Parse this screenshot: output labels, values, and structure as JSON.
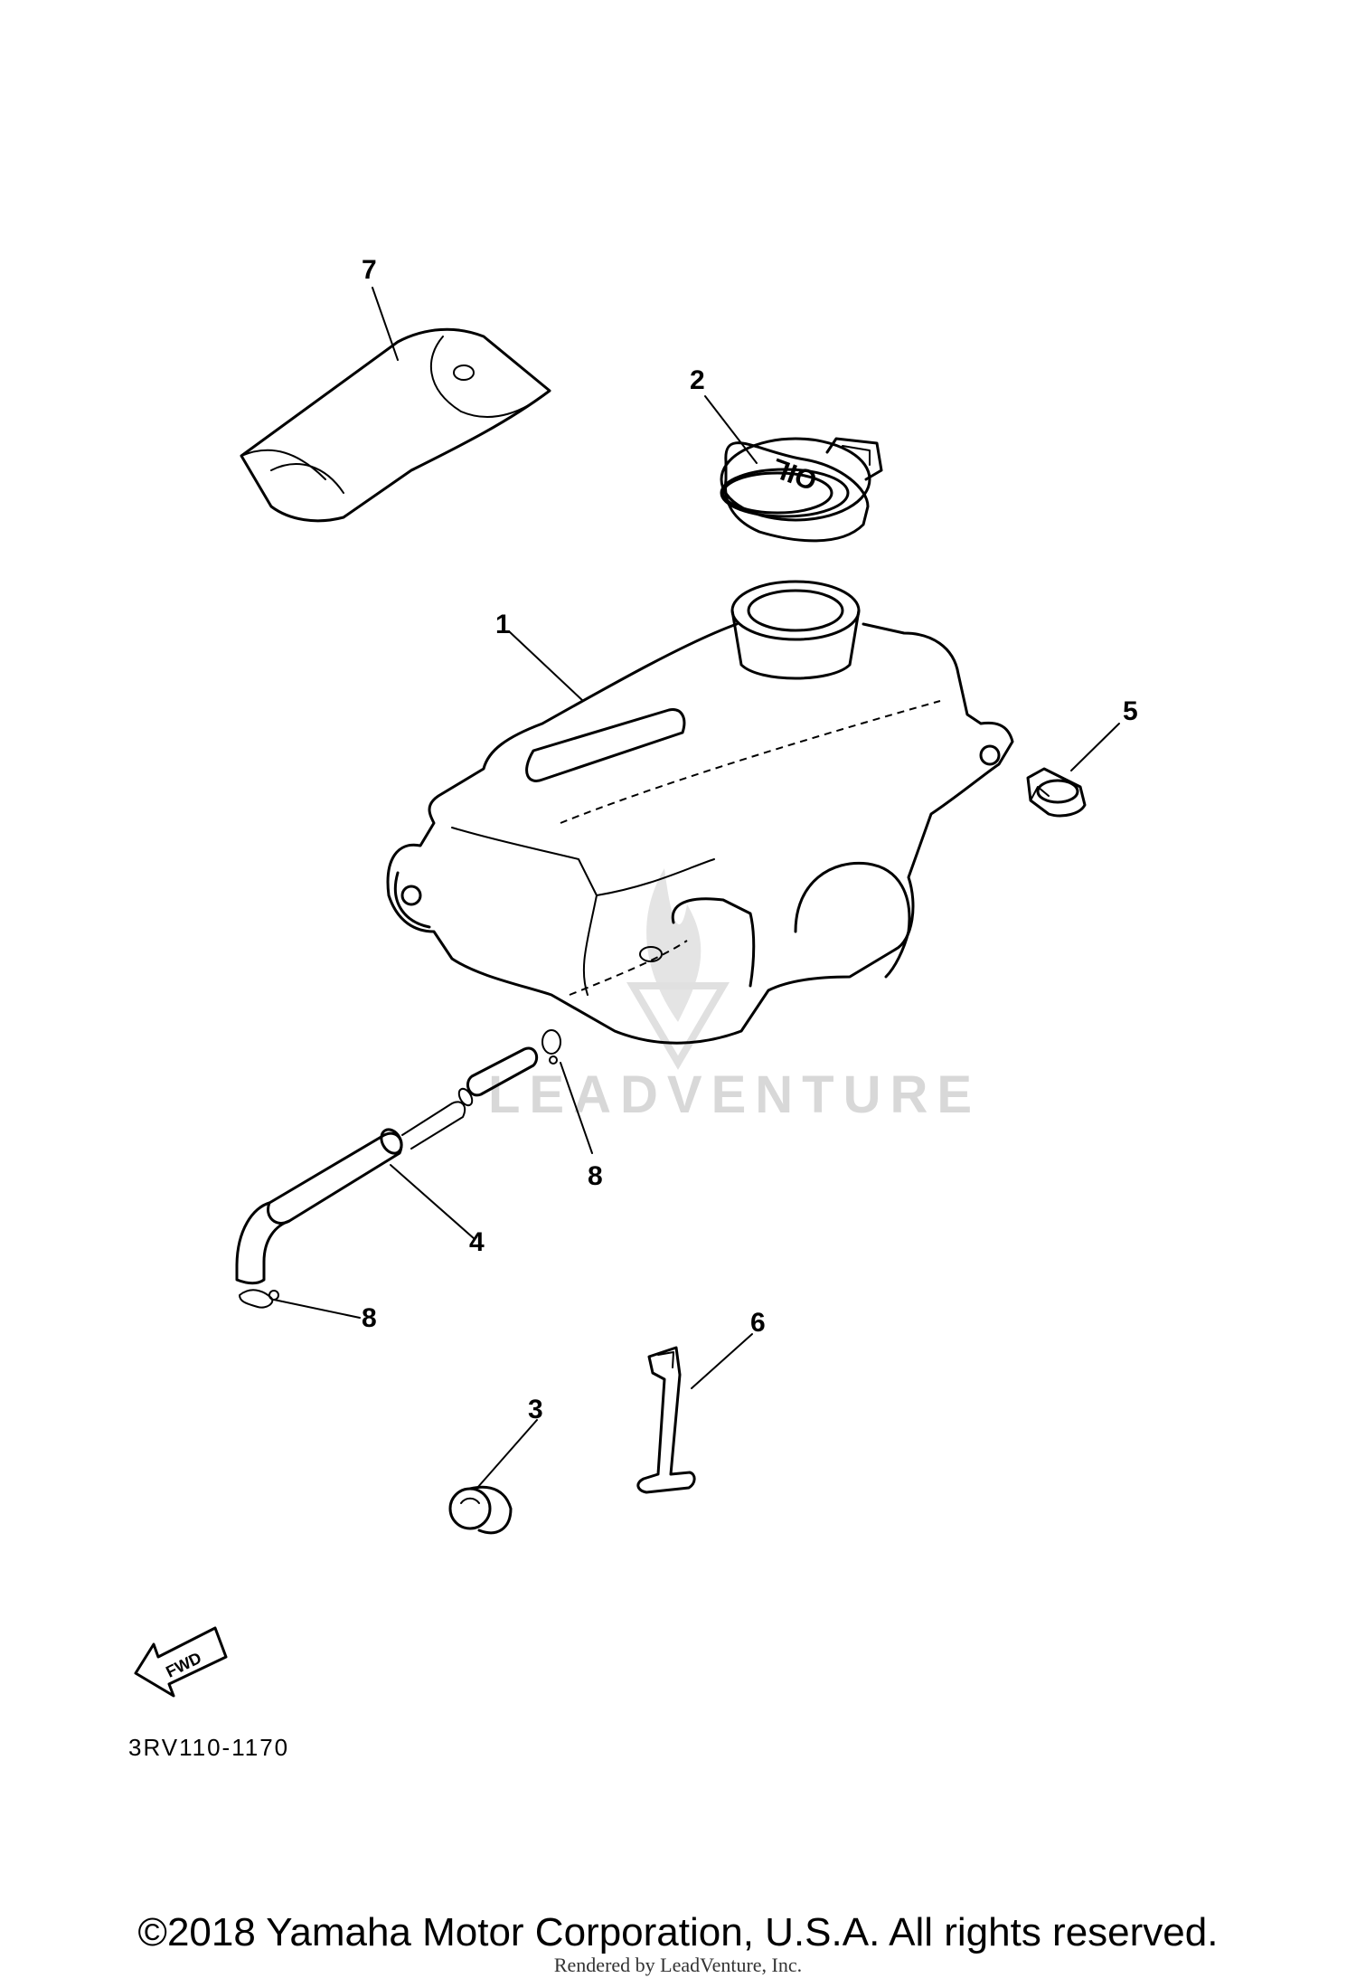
{
  "diagram": {
    "callouts": [
      {
        "number": "1",
        "part": "oil-tank"
      },
      {
        "number": "2",
        "part": "oil-tank-cap"
      },
      {
        "number": "3",
        "part": "grommet"
      },
      {
        "number": "4",
        "part": "oil-hose"
      },
      {
        "number": "5",
        "part": "bolt"
      },
      {
        "number": "6",
        "part": "tank-band"
      },
      {
        "number": "7",
        "part": "tool-bag"
      },
      {
        "number": "8",
        "part": "hose-clip-upper"
      },
      {
        "number": "8",
        "part": "hose-clip-lower"
      }
    ],
    "cap_marking": "OIL",
    "fwd_marking": "FWD",
    "drawing_code": "3RV110-1170",
    "watermark": "LEADVENTURE"
  },
  "footer": {
    "copyright": "©2018 Yamaha Motor Corporation, U.S.A. All rights reserved.",
    "rendered_by": "Rendered by LeadVenture, Inc."
  }
}
